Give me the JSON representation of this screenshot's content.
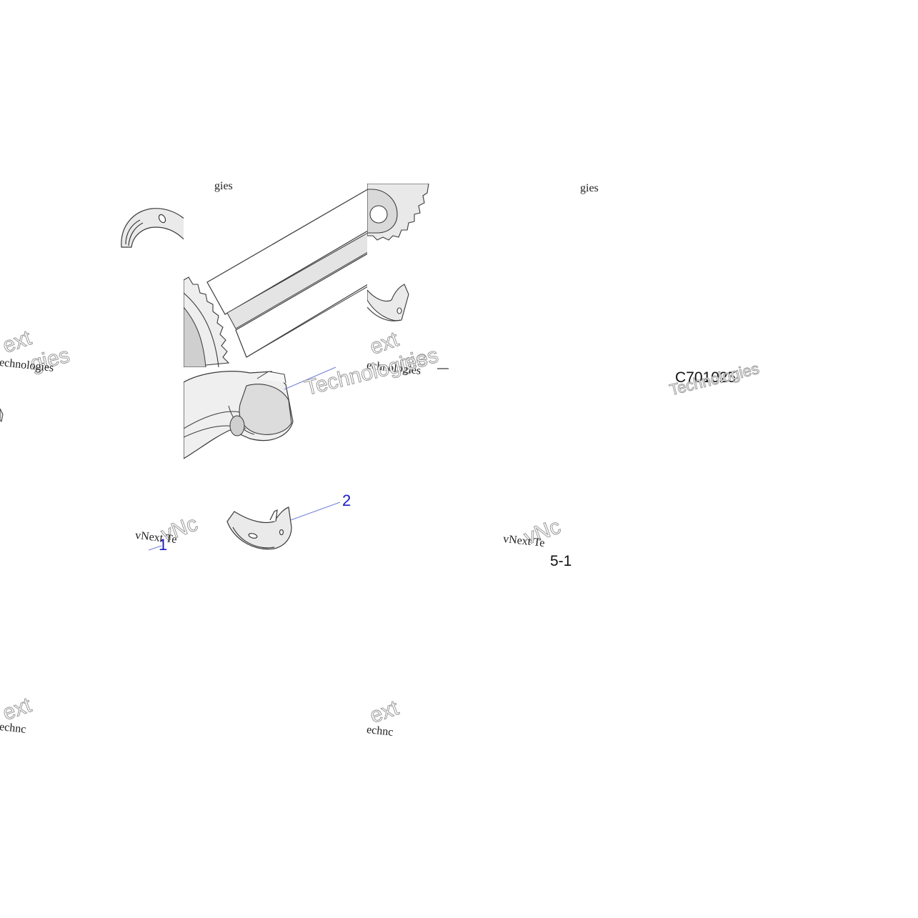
{
  "diagram": {
    "callouts": [
      {
        "label": "1"
      },
      {
        "label": "2"
      }
    ],
    "figure_code": "C701025",
    "figure_code_fragment": "5-1",
    "watermarks": {
      "brand_short": "vNext Te",
      "brand_word": "Technologies",
      "brand_outline": "Technologies",
      "fragment_ext": "ext",
      "fragment_techno": "echnologies",
      "fragment_techn": "echnc",
      "fragment_gies": "gies",
      "fragment_vn": "vNc"
    },
    "colors": {
      "callout": "#1a1acc",
      "leader_line": "#6f7fd8",
      "part_fill": "#eaeaea",
      "part_shadow": "#c8c8c8",
      "part_edge": "#3a3a3a"
    }
  }
}
